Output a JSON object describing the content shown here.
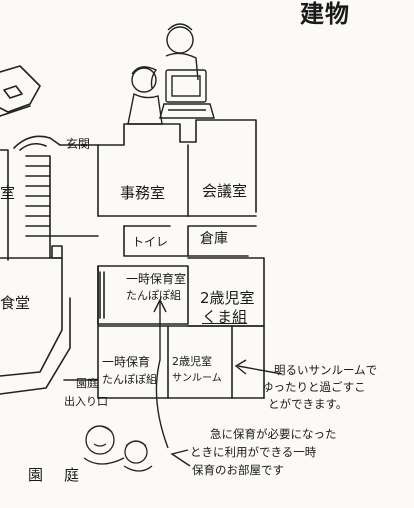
{
  "heading": "建物",
  "entrance": "玄関",
  "rooms": {
    "office": "事務室",
    "meeting": "会議室",
    "toilet": "トイレ",
    "storage": "倉庫",
    "temp_care_1": "一時保育室",
    "temp_care_1_sub": "たんぽぽ組",
    "age2_room": "2歳児室",
    "age2_sub": "くま組",
    "temp_care_2": "一時保育",
    "temp_care_2_sub": "たんぽぽ組",
    "sunroom_line1": "2歳児室",
    "sunroom_line2": "サンルーム",
    "left_room_fragment": "室",
    "dining_fragment": "食堂"
  },
  "garden_exit": {
    "line1": "園庭",
    "line2": "出入り口"
  },
  "yard": {
    "char1": "園",
    "char2": "庭"
  },
  "callouts": {
    "sunroom_line1": "明るいサンルームで",
    "sunroom_line2": "ゆったりと過ごすこ",
    "sunroom_line3": "とができます。",
    "tempcare_line1": "急に保育が必要になった",
    "tempcare_line2": "ときに利用ができる一時",
    "tempcare_line3": "保育のお部屋です"
  }
}
